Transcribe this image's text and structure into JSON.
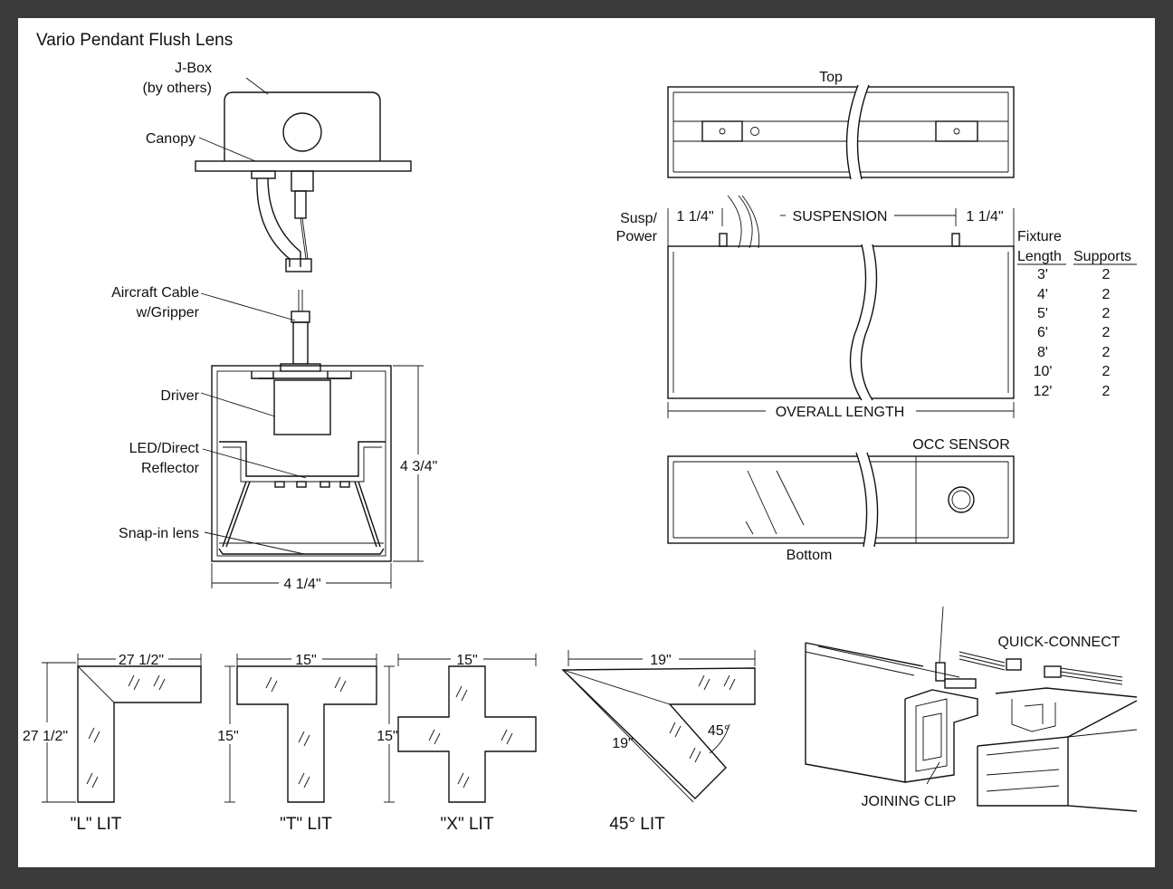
{
  "title": "Vario Pendant Flush Lens",
  "section": {
    "labels": {
      "jbox": [
        "J-Box",
        "(by others)"
      ],
      "canopy": "Canopy",
      "aircraft": [
        "Aircraft Cable",
        "w/Gripper"
      ],
      "driver": "Driver",
      "reflector": [
        "LED/Direct",
        "Reflector"
      ],
      "lens": "Snap-in lens"
    },
    "dim_height": "4 3/4\"",
    "dim_width": "4 1/4\""
  },
  "elevation": {
    "top_label": "Top",
    "bottom_label": "Bottom",
    "susp_power": [
      "Susp/",
      "Power"
    ],
    "dim_left": "1 1/4\"",
    "dim_right": "1 1/4\"",
    "suspension": "SUSPENSION",
    "overall_length": "OVERALL LENGTH",
    "occ_sensor": "OCC SENSOR"
  },
  "supports_table": {
    "headers": [
      [
        "Fixture",
        "Length"
      ],
      [
        "",
        "Supports"
      ]
    ],
    "rows": [
      [
        "3'",
        "2"
      ],
      [
        "4'",
        "2"
      ],
      [
        "5'",
        "2"
      ],
      [
        "6'",
        "2"
      ],
      [
        "8'",
        "2"
      ],
      [
        "10'",
        "2"
      ],
      [
        "12'",
        "2"
      ]
    ]
  },
  "configs": [
    {
      "name": "\"L\" LIT",
      "width": "27 1/2\"",
      "height": "27 1/2\""
    },
    {
      "name": "\"T\" LIT",
      "width": "15\"",
      "height": "15\""
    },
    {
      "name": "\"X\" LIT",
      "width": "15\"",
      "height": "15\""
    },
    {
      "name": "45° LIT",
      "width": "19\"",
      "side": "19\"",
      "angle": "45°"
    }
  ],
  "joining": {
    "quick_connect": "QUICK-CONNECT",
    "joining_clip": "JOINING CLIP"
  }
}
